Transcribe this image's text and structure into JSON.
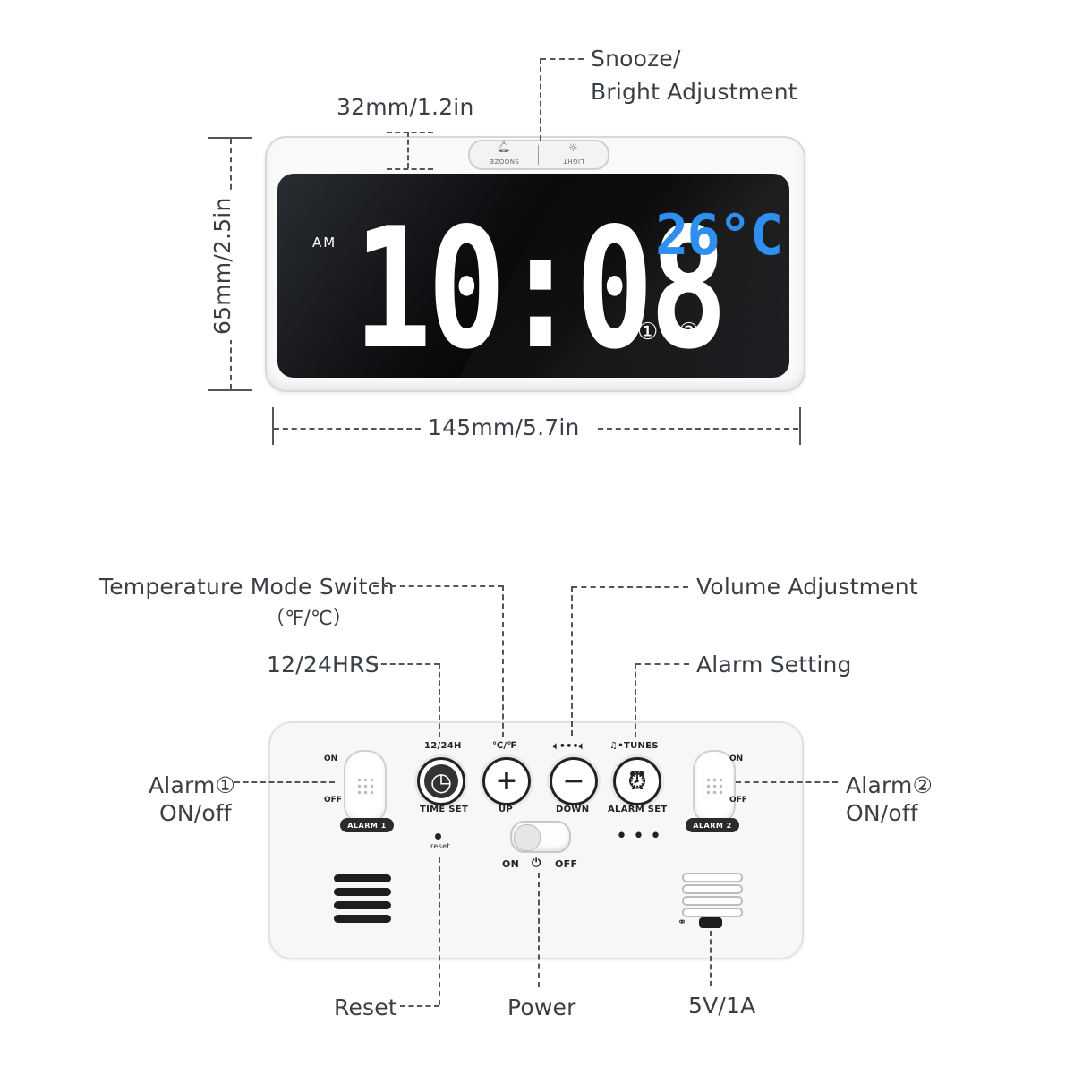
{
  "front": {
    "snooze_label_line1": "Snooze/",
    "snooze_label_line2": "Bright Adjustment",
    "depth_label": "32mm/1.2in",
    "height_label": "65mm/2.5in",
    "width_label": "145mm/5.7in",
    "display_time": "10:08",
    "display_ampm": "AM",
    "display_temp": "26°C",
    "alarm1_indicator": "①",
    "alarm2_indicator": "②",
    "top_button_left": "SNOOZE",
    "top_button_right": "LIGHT",
    "temp_color": "#2f8ff0"
  },
  "back": {
    "temp_mode_label_line1": "Temperature Mode Switch",
    "temp_mode_label_line2": "（℉/℃）",
    "volume_label": "Volume Adjustment",
    "hrs_label": "12/24HRS",
    "alarm_setting_label": "Alarm Setting",
    "alarm1_label_line1": "Alarm①",
    "alarm1_label_line2": "ON/off",
    "alarm2_label_line1": "Alarm②",
    "alarm2_label_line2": "ON/off",
    "reset_label": "Reset",
    "power_label": "Power",
    "usb_label": "5V/1A",
    "btn_time_set_top": "12/24H",
    "btn_time_set_bottom": "TIME SET",
    "btn_up_top": "℃/℉",
    "btn_up_bottom": "UP",
    "btn_down_bottom": "DOWN",
    "btn_alarm_set_top": "♫•TUNES",
    "btn_alarm_set_bottom": "ALARM SET",
    "alarm1_tag": "ALARM 1",
    "alarm2_tag": "ALARM 2",
    "sw_on": "ON",
    "sw_off": "OFF",
    "reset_small": "reset",
    "power_on": "ON",
    "power_off": "OFF"
  }
}
